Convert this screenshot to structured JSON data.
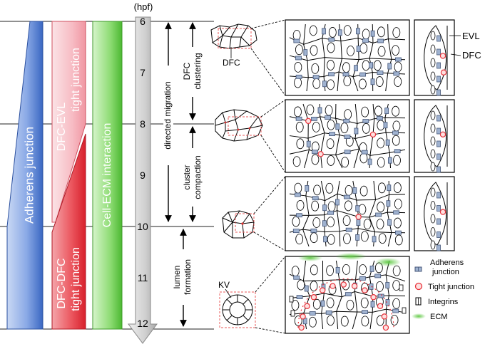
{
  "timeline": {
    "unit": "(hpf)",
    "ticks": [
      "6",
      "7",
      "8",
      "9",
      "10",
      "11",
      "12"
    ]
  },
  "bars": {
    "adherens": "Adherens junction",
    "dfc_evl_line1": "DFC-EVL",
    "dfc_evl_line2": "tight junction",
    "dfc_dfc_line1": "DFC-DFC",
    "dfc_dfc_line2": "tight junction",
    "ecm": "Cell-ECM interaction"
  },
  "stages": {
    "directed_migration": "directed migration",
    "dfc_clustering_line1": "DFC",
    "dfc_clustering_line2": "clustering",
    "cluster_compaction_line1": "cluster",
    "cluster_compaction_line2": "compaction",
    "lumen_formation_line1": "lumen",
    "lumen_formation_line2": "formation"
  },
  "labels": {
    "dfc": "DFC",
    "kv": "KV",
    "evl": "EVL",
    "dfc_side": "DFC"
  },
  "legend": [
    {
      "icon": "adherens-junction-icon",
      "line1": "Adherens",
      "line2": "junction"
    },
    {
      "icon": "tight-junction-icon",
      "line1": "Tight junction",
      "line2": ""
    },
    {
      "icon": "integrin-icon",
      "line1": "Integrins",
      "line2": ""
    },
    {
      "icon": "ecm-icon",
      "line1": "ECM",
      "line2": ""
    }
  ],
  "colors": {
    "adherens": "#4a78c8",
    "tight_junction": "#e8323a",
    "tight_junction_light": "#f6b4bc",
    "ecm": "#5cc840",
    "timeline": "#c8c8c8",
    "junction_fill": "#9fb2d0",
    "junction_stroke": "#445577"
  }
}
